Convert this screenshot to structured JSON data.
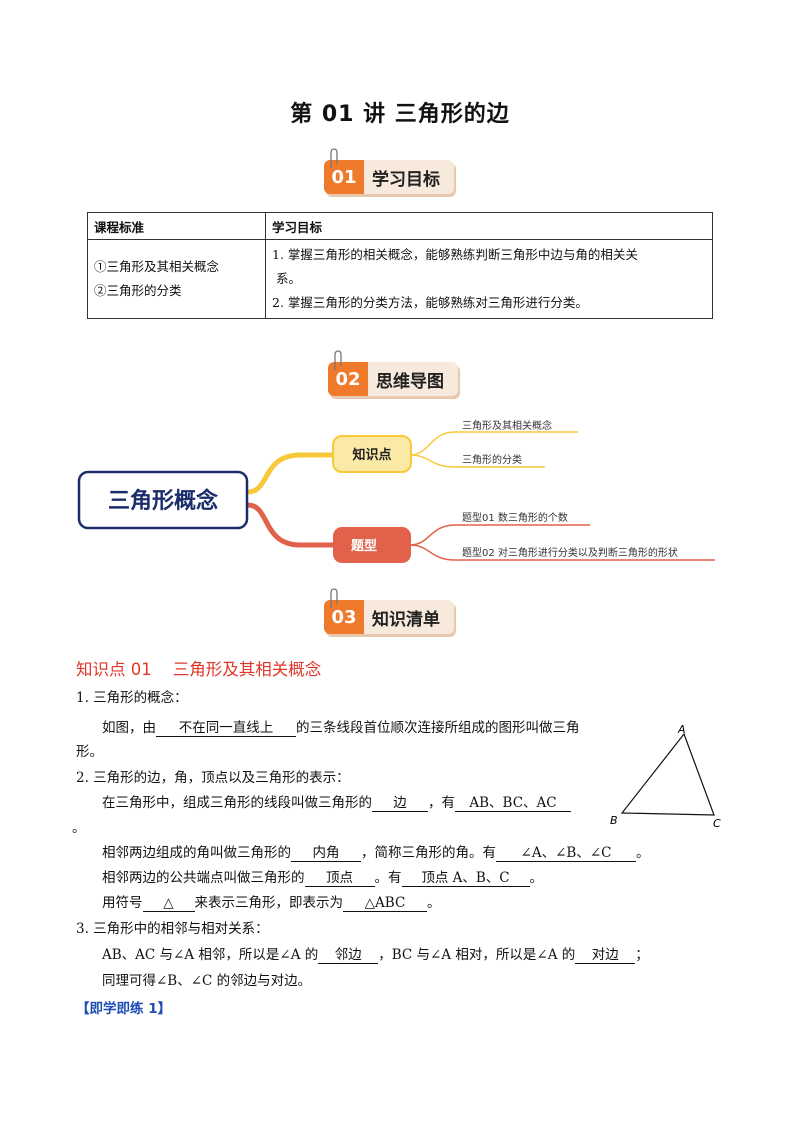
{
  "title": "第 01 讲  三角形的边",
  "badges": [
    {
      "num": "01",
      "label": "学习目标"
    },
    {
      "num": "02",
      "label": "思维导图"
    },
    {
      "num": "03",
      "label": "知识清单"
    }
  ],
  "goals_table": {
    "headers": [
      "课程标准",
      "学习目标"
    ],
    "standards": [
      "①三角形及其相关概念",
      "②三角形的分类"
    ],
    "objectives": [
      "1. 掌握三角形的相关概念，能够熟练判断三角形中边与角的相关关",
      "系。",
      "2. 掌握三角形的分类方法，能够熟练对三角形进行分类。"
    ]
  },
  "mindmap": {
    "root": "三角形概念",
    "branch1": "知识点",
    "branch1_leaves": [
      "三角形及其相关概念",
      "三角形的分类"
    ],
    "branch2": "题型",
    "branch2_leaves": [
      "题型01 数三角形的个数",
      "题型02 对三角形进行分类以及判断三角形的形状"
    ]
  },
  "section": {
    "heading": "知识点 01    三角形及其相关概念",
    "p1_title": "1. 三角形的概念：",
    "p1_line1_a": "如图，由",
    "p1_blank1": "不在同一直线上",
    "p1_line1_b": "的三条线段首位顺次连接所组成的图形叫做三角",
    "p1_line2": "形。",
    "p2_title": "2. 三角形的边，角，顶点以及三角形的表示：",
    "p2_l1_a": "在三角形中，组成三角形的线段叫做三角形的",
    "p2_blank_side": "边",
    "p2_l1_b": "，有",
    "p2_blank_sides": "AB、BC、AC",
    "p2_l1_end": "。",
    "p2_l2_a": "相邻两边组成的角叫做三角形的",
    "p2_blank_inner": "内角",
    "p2_l2_b": "，简称三角形的角。有",
    "p2_blank_angles": "∠A、∠B、∠C",
    "p2_l2_end": "。",
    "p2_l3_a": "相邻两边的公共端点叫做三角形的",
    "p2_blank_vertex": "顶点",
    "p2_l3_b": "。有",
    "p2_blank_vertices": "顶点 A、B、C",
    "p2_l3_end": "。",
    "p2_l4_a": "用符号",
    "p2_blank_symbol": "△",
    "p2_l4_b": "来表示三角形，即表示为",
    "p2_blank_abc": "△ABC",
    "p2_l4_end": "。",
    "p3_title": "3. 三角形中的相邻与相对关系：",
    "p3_l1_a": "AB、AC 与∠A 相邻，所以是∠A 的",
    "p3_blank_adj": "邻边",
    "p3_l1_b": "，BC 与∠A 相对，所以是∠A 的",
    "p3_blank_opp": "对边",
    "p3_l1_end": "；",
    "p3_l2": "同理可得∠B、∠C 的邻边与对边。",
    "practice": "【即学即练 1】"
  },
  "figure": {
    "labels": [
      "A",
      "B",
      "C"
    ]
  },
  "colors": {
    "accent": "#f07a2b",
    "heading_red": "#e0372a",
    "practice_blue": "#1f4fb5",
    "mindmap_root_border": "#1c2d6b",
    "branch1": "#f6c83a",
    "branch2": "#e2614a"
  }
}
